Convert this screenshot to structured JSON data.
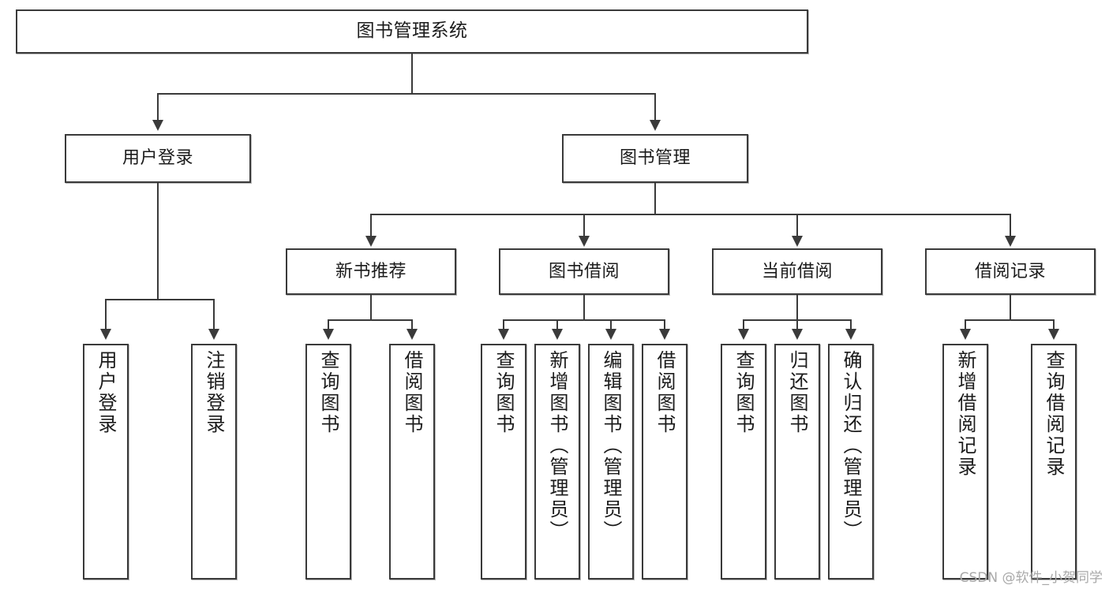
{
  "diagram": {
    "title": "图书管理系统",
    "watermark": "CSDN @软件_小贺同学",
    "colors": {
      "stroke": "#3a3a3a",
      "fill": "#ffffff",
      "text": "#1b1b1b",
      "watermark": "#a9a9a9"
    },
    "root": {
      "label": "图书管理系统"
    },
    "level2": [
      {
        "label": "用户登录"
      },
      {
        "label": "图书管理"
      }
    ],
    "level3": [
      {
        "label": "新书推荐"
      },
      {
        "label": "图书借阅"
      },
      {
        "label": "当前借阅"
      },
      {
        "label": "借阅记录"
      }
    ],
    "leaves": {
      "user_login": [
        {
          "label": "用户登录"
        },
        {
          "label": "注销登录"
        }
      ],
      "new_book_recommend": [
        {
          "label": "查询图书"
        },
        {
          "label": "借阅图书"
        }
      ],
      "book_borrow": [
        {
          "label": "查询图书"
        },
        {
          "label": "新增图书（管理员）"
        },
        {
          "label": "编辑图书（管理员）"
        },
        {
          "label": "借阅图书"
        }
      ],
      "current_borrow": [
        {
          "label": "查询图书"
        },
        {
          "label": "归还图书"
        },
        {
          "label": "确认归还（管理员）"
        }
      ],
      "borrow_record": [
        {
          "label": "新增借阅记录"
        },
        {
          "label": "查询借阅记录"
        }
      ]
    }
  }
}
